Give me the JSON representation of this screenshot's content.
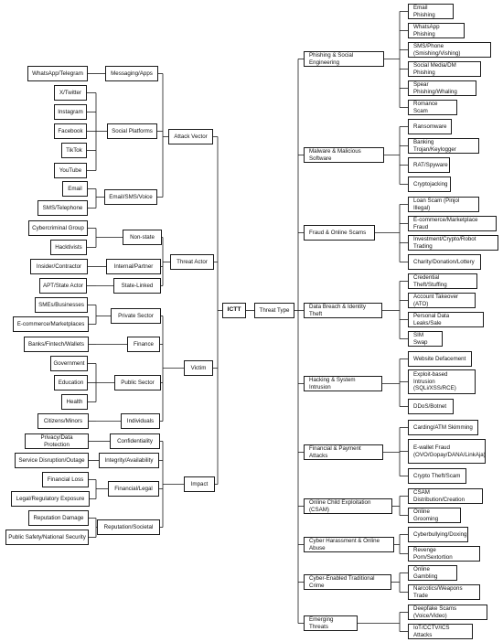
{
  "root": "ICTT",
  "left": [
    {
      "label": "Attack Vector",
      "groups": [
        {
          "label": "Messaging/Apps",
          "items": [
            "WhatsApp/Telegram"
          ]
        },
        {
          "label": "Social Platforms",
          "items": [
            "X/Twitter",
            "Instagram",
            "Facebook",
            "TikTok",
            "YouTube"
          ]
        },
        {
          "label": "Email/SMS/Voice",
          "items": [
            "Email",
            "SMS/Telephone"
          ]
        }
      ]
    },
    {
      "label": "Threat Actor",
      "groups": [
        {
          "label": "Non-state",
          "items": [
            "Cybercriminal Group",
            "Hacktivists"
          ]
        },
        {
          "label": "Internal/Partner",
          "items": [
            "Insider/Contractor"
          ]
        },
        {
          "label": "State-Linked",
          "items": [
            "APT/State Actor"
          ]
        }
      ]
    },
    {
      "label": "Victim",
      "groups": [
        {
          "label": "Private Sector",
          "items": [
            "SMEs/Businesses",
            "E-commerce/Marketplaces"
          ]
        },
        {
          "label": "Finance",
          "items": [
            "Banks/Fintech/Wallets"
          ]
        },
        {
          "label": "Public Sector",
          "items": [
            "Government",
            "Education",
            "Health"
          ]
        },
        {
          "label": "Individuals",
          "items": [
            "Citizens/Minors"
          ]
        }
      ]
    },
    {
      "label": "Impact",
      "groups": [
        {
          "label": "Confidentiality",
          "items": [
            "Privacy/Data Protection"
          ]
        },
        {
          "label": "Integrity/Availability",
          "items": [
            "Service Disruption/Outage"
          ]
        },
        {
          "label": "Financial/Legal",
          "items": [
            "Financial Loss",
            "Legal/Regulatory Exposure"
          ]
        },
        {
          "label": "Reputation/Societal",
          "items": [
            "Reputation Damage",
            "Public Safety/National Security"
          ]
        }
      ]
    }
  ],
  "right": {
    "label": "Threat Type",
    "groups": [
      {
        "label": "Phishing & Social Engineering",
        "items": [
          "Email Phishing",
          "WhatsApp Phishing",
          "SMS/Phone (Smishing/Vishing)",
          "Social Media/DM Phishing",
          "Spear Phishing/Whaling",
          "Romance Scam"
        ]
      },
      {
        "label": "Malware & Malicious Software",
        "items": [
          "Ransomware",
          "Banking Trojan/Keylogger",
          "RAT/Spyware",
          "Cryptojacking"
        ]
      },
      {
        "label": "Fraud & Online Scams",
        "items": [
          "Loan Scam (Pinjol Illegal)",
          "E-commerce/Marketplace Fraud",
          "Investment/Crypto/Robot Trading",
          "Charity/Donation/Lottery"
        ]
      },
      {
        "label": "Data Breach & Identity Theft",
        "items": [
          "Credential Theft/Stuffing",
          "Account Takeover (ATO)",
          "Personal Data Leaks/Sale",
          "SIM Swap"
        ]
      },
      {
        "label": "Hacking & System Intrusion",
        "items": [
          "Website Defacement",
          "Exploit-based Intrusion\n(SQLi/XSS/RCE)",
          "DDoS/Botnet"
        ]
      },
      {
        "label": "Financial & Payment Attacks",
        "items": [
          "Carding/ATM Skimming",
          "E-wallet Fraud\n(OVO/Gopay/DANA/LinkAja)",
          "Crypto Theft/Scam"
        ]
      },
      {
        "label": "Online Child Exploitation (CSAM)",
        "items": [
          "CSAM Distribution/Creation",
          "Online Grooming"
        ]
      },
      {
        "label": "Cyber Harassment & Online Abuse",
        "items": [
          "Cyberbullying/Doxing",
          "Revenge Porn/Sextortion"
        ]
      },
      {
        "label": "Cyber-Enabled Traditional Crime",
        "items": [
          "Online Gambling",
          "Narcotics/Weapons Trade"
        ]
      },
      {
        "label": "Emerging Threats",
        "items": [
          "Deepfake Scams (Voice/Video)",
          "IoT/CCTV/ICS Attacks"
        ]
      }
    ]
  }
}
